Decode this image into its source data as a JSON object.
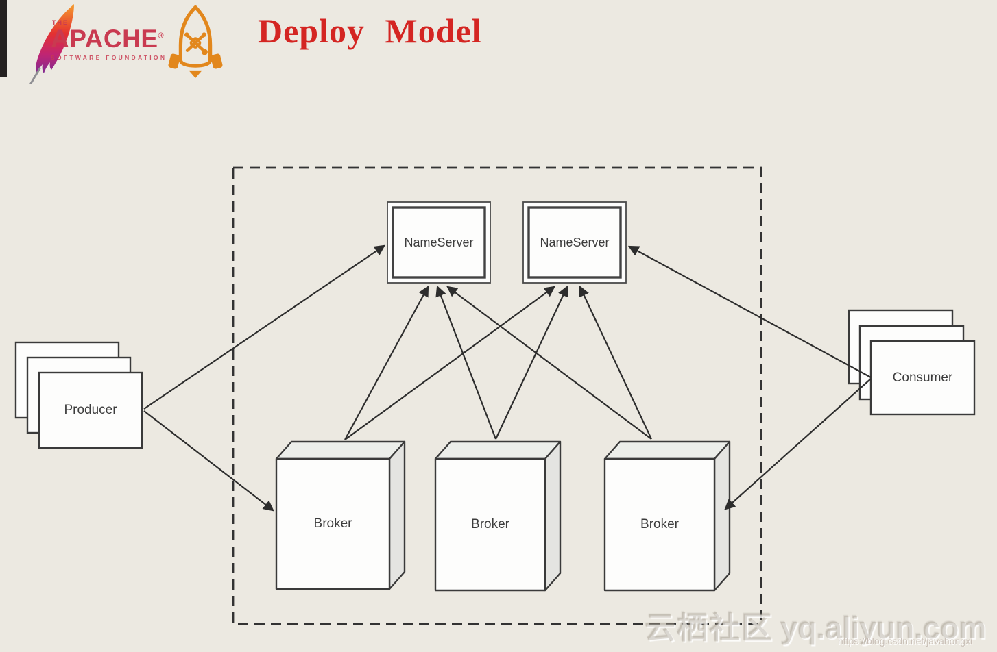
{
  "header": {
    "brand": {
      "the": "THE",
      "name": "APACHE",
      "registered": "®",
      "subtitle": "SOFTWARE FOUNDATION"
    },
    "title": "Deploy Model"
  },
  "diagram": {
    "cluster": "nameserver-broker-cluster",
    "nameservers": [
      {
        "label": "NameServer"
      },
      {
        "label": "NameServer"
      }
    ],
    "brokers": [
      {
        "label": "Broker"
      },
      {
        "label": "Broker"
      },
      {
        "label": "Broker"
      }
    ],
    "producer": {
      "label": "Producer"
    },
    "consumer": {
      "label": "Consumer"
    },
    "edges": [
      {
        "from": "Producer",
        "to": "NameServer-1"
      },
      {
        "from": "Producer",
        "to": "Broker-1"
      },
      {
        "from": "Broker-1",
        "to": "NameServer-1"
      },
      {
        "from": "Broker-1",
        "to": "NameServer-2"
      },
      {
        "from": "Broker-2",
        "to": "NameServer-1"
      },
      {
        "from": "Broker-2",
        "to": "NameServer-2"
      },
      {
        "from": "Broker-3",
        "to": "NameServer-1"
      },
      {
        "from": "Broker-3",
        "to": "NameServer-2"
      },
      {
        "from": "Consumer",
        "to": "NameServer-2"
      },
      {
        "from": "Consumer",
        "to": "Broker-3"
      }
    ]
  },
  "watermark": {
    "cn": "云栖社区",
    "site": "yq.aliyun.com",
    "url": "https://blog.csdn.net/javahongxi"
  },
  "colors": {
    "background": "#ece9e1",
    "title_red": "#d42522",
    "apache_red": "#c93a50",
    "rocket_orange": "#e2871c",
    "line_dark": "#2d2d2d",
    "box_fill": "#fdfdfc"
  }
}
